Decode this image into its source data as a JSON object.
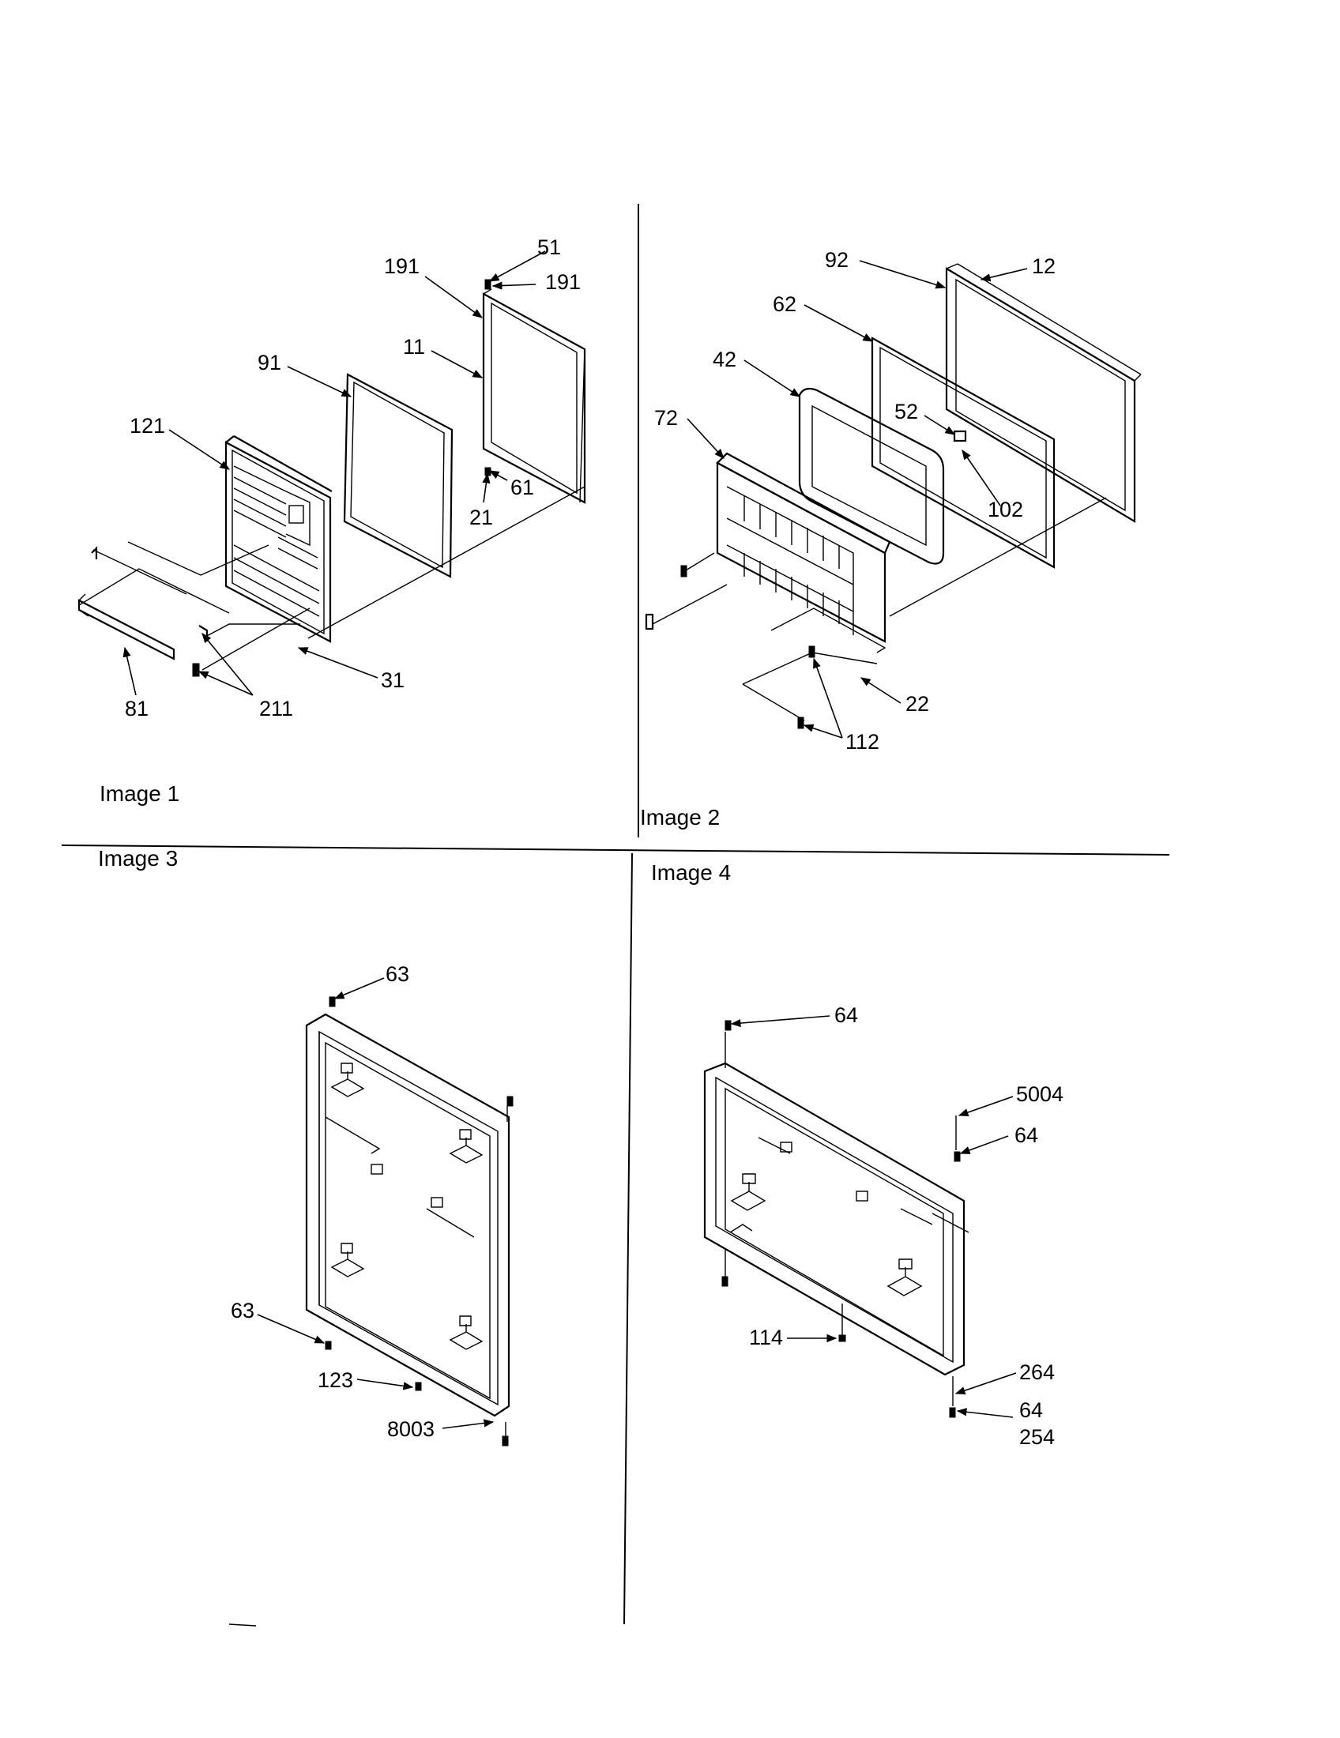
{
  "images": [
    {
      "title": "Image 1",
      "callouts": [
        "51",
        "191",
        "191",
        "11",
        "91",
        "121",
        "61",
        "21",
        "31",
        "81",
        "211"
      ]
    },
    {
      "title": "Image 2",
      "callouts": [
        "92",
        "12",
        "62",
        "42",
        "52",
        "72",
        "102",
        "22",
        "112"
      ]
    },
    {
      "title": "Image 3",
      "callouts": [
        "63",
        "63",
        "123",
        "8003"
      ]
    },
    {
      "title": "Image 4",
      "callouts": [
        "64",
        "5004",
        "64",
        "114",
        "264",
        "64",
        "254"
      ]
    }
  ]
}
